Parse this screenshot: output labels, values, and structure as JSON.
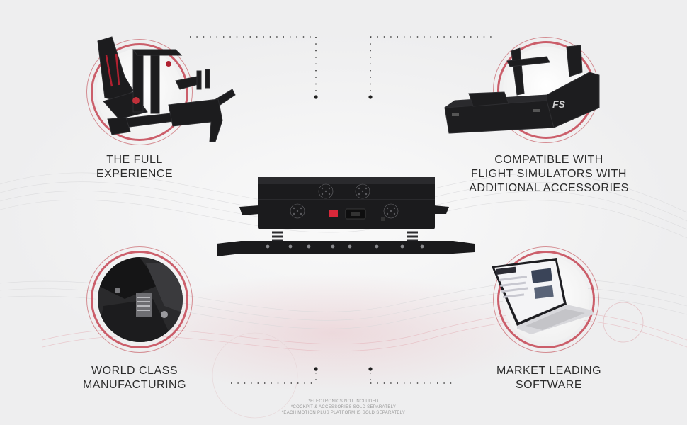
{
  "features": {
    "full_experience": {
      "line1": "THE FULL",
      "line2": "EXPERIENCE"
    },
    "flight_sim": {
      "line1": "COMPATIBLE WITH",
      "line2": "FLIGHT SIMULATORS WITH",
      "line3": "ADDITIONAL ACCESSORIES"
    },
    "manufacturing": {
      "line1": "WORLD CLASS",
      "line2": "MANUFACTURING"
    },
    "software": {
      "line1": "MARKET LEADING",
      "line2": "SOFTWARE"
    }
  },
  "product": {
    "badge_text": "FS"
  },
  "notes": [
    "*ELECTRONICS NOT INCLUDED",
    "*COCKPIT & ACCESSORIES SOLD SEPARATELY",
    "*EACH MOTION PLUS PLATFORM IS SOLD SEPARATELY"
  ],
  "colors": {
    "accent": "#c23a48",
    "text": "#2c2c2c",
    "metal": "#1b1b1d",
    "background": "#f3f3f4"
  },
  "icons": [
    "racing-cockpit-image",
    "flight-simulator-image",
    "motion-platform-image",
    "manufacturing-closeup-image",
    "laptop-software-image"
  ]
}
